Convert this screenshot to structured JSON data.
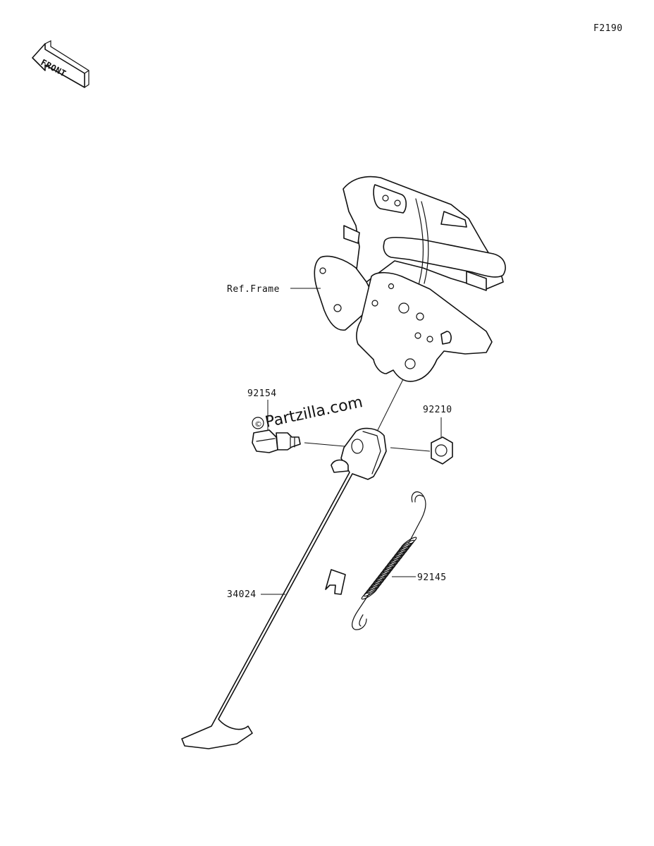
{
  "diagram_code": "F2190",
  "front_arrow_text": "FRONT",
  "watermark": "Partzilla.com",
  "watermark_symbol": "©",
  "labels": {
    "frame": "Ref.Frame",
    "bolt": "92154",
    "nut": "92210",
    "spring": "92145",
    "stand": "34024"
  },
  "colors": {
    "line": "#111111",
    "background": "#ffffff"
  }
}
